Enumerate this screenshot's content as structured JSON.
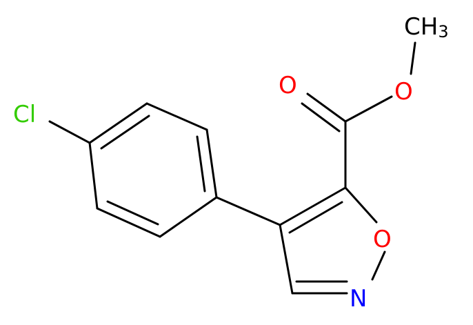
{
  "molecule": {
    "atoms": {
      "chlorine": {
        "symbol": "Cl",
        "color": "#33cc00"
      },
      "ring_oxygen": {
        "symbol": "O",
        "color": "#ff0000"
      },
      "ring_nitrogen": {
        "symbol": "N",
        "color": "#0000ff"
      },
      "carbonyl_oxygen": {
        "symbol": "O",
        "color": "#ff0000"
      },
      "ester_oxygen": {
        "symbol": "O",
        "color": "#ff0000"
      },
      "methyl": {
        "symbol": "CH",
        "subscript": "3",
        "color": "#000000"
      }
    },
    "bond_color": "#000000"
  }
}
